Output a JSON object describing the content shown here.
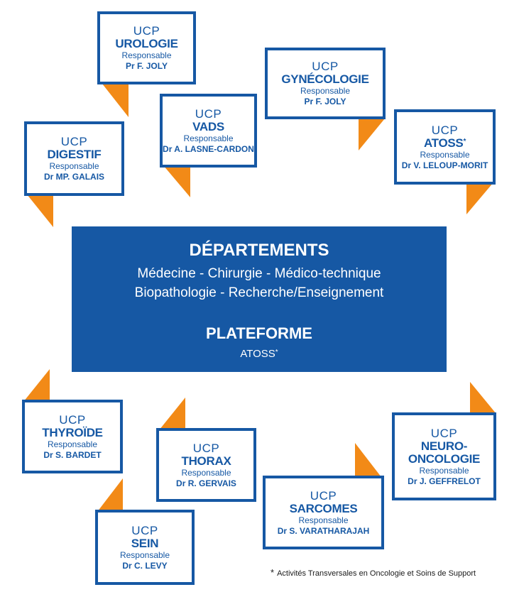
{
  "colors": {
    "blue": "#1658a4",
    "orange": "#f28a17",
    "white": "#ffffff"
  },
  "ucp_units": [
    {
      "id": "urologie",
      "kicker": "UCP",
      "name": "UROLOGIE",
      "role": "Responsable",
      "doctor": "Pr  F. JOLY"
    },
    {
      "id": "gynecologie",
      "kicker": "UCP",
      "name": "GYNÉCOLOGIE",
      "role": "Responsable",
      "doctor": "Pr  F. JOLY"
    },
    {
      "id": "vads",
      "kicker": "UCP",
      "name": "VADS",
      "role": "Responsable",
      "doctor": "Dr A. LASNE-CARDON"
    },
    {
      "id": "digestif",
      "kicker": "UCP",
      "name": "DIGESTIF",
      "role": "Responsable",
      "doctor": "Dr MP. GALAIS"
    },
    {
      "id": "atoss",
      "kicker": "UCP",
      "name": "ATOSS",
      "name_sup": "*",
      "role": "Responsable",
      "doctor": "Dr V. LELOUP-MORIT"
    },
    {
      "id": "thyroide",
      "kicker": "UCP",
      "name": "THYROÏDE",
      "role": "Responsable",
      "doctor": "Dr S. BARDET"
    },
    {
      "id": "thorax",
      "kicker": "UCP",
      "name": "THORAX",
      "role": "Responsable",
      "doctor": "Dr R. GERVAIS"
    },
    {
      "id": "neuro-oncologie",
      "kicker": "UCP",
      "name": "NEURO-",
      "name2": "ONCOLOGIE",
      "role": "Responsable",
      "doctor": "Dr J. GEFFRELOT"
    },
    {
      "id": "sarcomes",
      "kicker": "UCP",
      "name": "SARCOMES",
      "role": "Responsable",
      "doctor": "Dr S. VARATHARAJAH"
    },
    {
      "id": "sein",
      "kicker": "UCP",
      "name": "SEIN",
      "role": "Responsable",
      "doctor": "Dr C. LEVY"
    }
  ],
  "center": {
    "title": "DÉPARTEMENTS",
    "line1": "Médecine - Chirurgie - Médico-technique",
    "line2": "Biopathologie - Recherche/Enseignement",
    "platform_title": "PLATEFORME",
    "platform_name": "ATOSS",
    "platform_sup": "*"
  },
  "footnote": {
    "marker": "*",
    "text": "Activités Transversales en Oncologie et Soins de Support"
  }
}
